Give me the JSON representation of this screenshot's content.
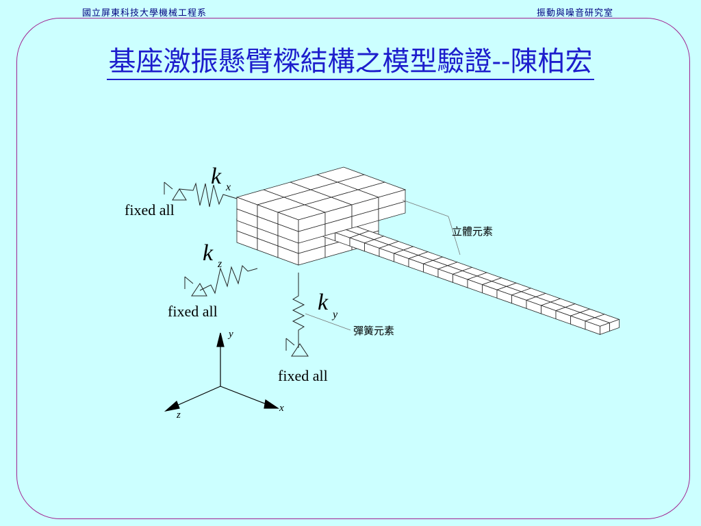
{
  "header": {
    "left": "國立屏東科技大學機械工程系",
    "right": "振動與噪音研究室"
  },
  "title": "基座激振懸臂樑結構之模型驗證--陳柏宏",
  "diagram": {
    "supports": {
      "top": "fixed all",
      "middle": "fixed all",
      "bottom": "fixed all"
    },
    "springs": {
      "kx": {
        "k": "k",
        "sub": "x"
      },
      "kz": {
        "k": "k",
        "sub": "z"
      },
      "ky": {
        "k": "k",
        "sub": "y"
      }
    },
    "callouts": {
      "solid_element": "立體元素",
      "spring_element": "彈簧元素"
    },
    "axes": {
      "x": "x",
      "y": "y",
      "z": "z"
    }
  },
  "colors": {
    "background": "#ccffff",
    "frame": "#a0208f",
    "title": "#1d1dcc",
    "header": "#000080"
  }
}
